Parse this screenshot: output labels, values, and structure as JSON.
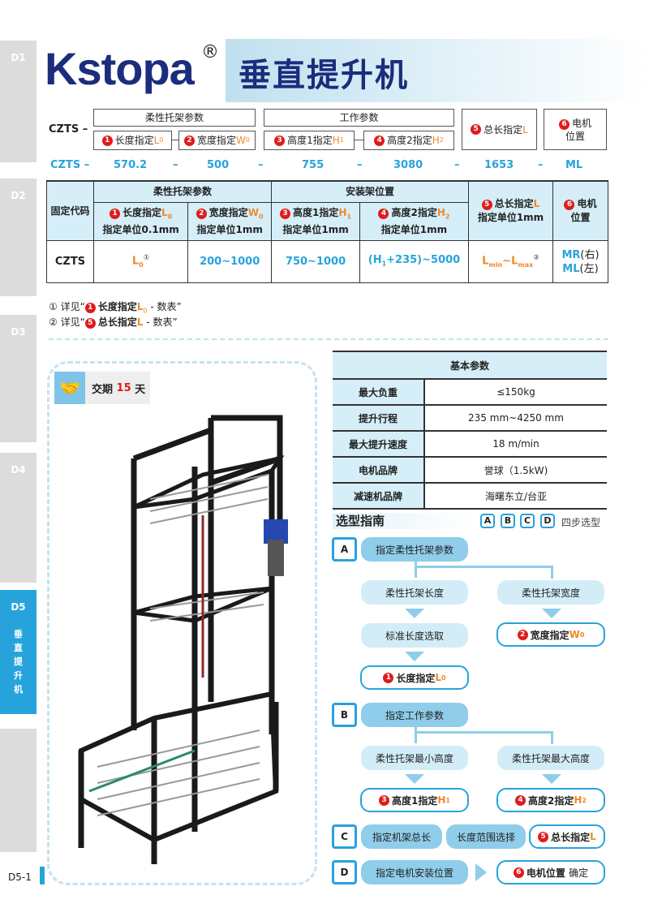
{
  "tabs": [
    {
      "label": "D1"
    },
    {
      "label": "D2"
    },
    {
      "label": "D3"
    },
    {
      "label": "D4"
    },
    {
      "label": "D5",
      "sub": "垂直提升机"
    },
    {
      "label": ""
    }
  ],
  "brand": {
    "logo": "Kstopa",
    "reg": "®",
    "title": "垂直提升机"
  },
  "code": {
    "prefix": "CZTS",
    "group1": "柔性托架参数",
    "group2": "工作参数",
    "items": [
      {
        "n": "1",
        "label": "长度指定",
        "sym": "L",
        "sub": "0"
      },
      {
        "n": "2",
        "label": "宽度指定",
        "sym": "W",
        "sub": "0"
      },
      {
        "n": "3",
        "label": "高度1指定",
        "sym": "H",
        "sub": "1"
      },
      {
        "n": "4",
        "label": "高度2指定",
        "sym": "H",
        "sub": "2"
      },
      {
        "n": "5",
        "label": "总长指定",
        "sym": "L",
        "sub": ""
      },
      {
        "n": "6",
        "label": "电机位置",
        "sym": "",
        "sub": ""
      }
    ],
    "example": [
      "CZTS",
      "570.2",
      "500",
      "755",
      "3080",
      "1653",
      "ML"
    ]
  },
  "spec": {
    "fixed": "固定代码",
    "g1": "柔性托架参数",
    "g2": "安装架位置",
    "c1": {
      "n": "1",
      "label": "长度指定",
      "sym": "L",
      "sub": "0",
      "unit": "指定单位0.1mm"
    },
    "c2": {
      "n": "2",
      "label": "宽度指定",
      "sym": "W",
      "sub": "0",
      "unit": "指定单位1mm"
    },
    "c3": {
      "n": "3",
      "label": "高度1指定",
      "sym": "H",
      "sub": "1",
      "unit": "指定单位1mm"
    },
    "c4": {
      "n": "4",
      "label": "高度2指定",
      "sym": "H",
      "sub": "2",
      "unit": "指定单位1mm"
    },
    "c5": {
      "n": "5",
      "label": "总长指定",
      "sym": "L",
      "unit": "指定单位1mm"
    },
    "c6": {
      "n": "6",
      "label": "电机",
      "label2": "位置"
    },
    "row": {
      "code": "CZTS",
      "l0": "L",
      "l0sub": "0",
      "l0note": "①",
      "w0": "200~1000",
      "h1": "750~1000",
      "h2a": "(H",
      "h2sub": "1",
      "h2b": "+235)~5000",
      "lmin": "L",
      "lminsub": "min",
      "tilde": "~",
      "lmax": "L",
      "lmaxsub": "max",
      "lnote": "②",
      "mr": "MR",
      "mrn": "(右)",
      "ml": "ML",
      "mln": "(左)"
    }
  },
  "notes": [
    {
      "mark": "①",
      "pre": "详见“",
      "n": "1",
      "label": "长度指定",
      "sym": "L",
      "sub": "0",
      "post": " - 数表”"
    },
    {
      "mark": "②",
      "pre": "详见“",
      "n": "5",
      "label": "总长指定",
      "sym": "L",
      "sub": "",
      "post": " - 数表”"
    }
  ],
  "delivery": {
    "pre": "交期",
    "days": "15",
    "post": "天"
  },
  "basic": {
    "title": "基本参数",
    "rows": [
      {
        "k": "最大负重",
        "v": "≤150kg"
      },
      {
        "k": "提升行程",
        "v": "235 mm~4250 mm"
      },
      {
        "k": "最大提升速度",
        "v": "18 m/min"
      },
      {
        "k": "电机品牌",
        "v": "誉球（1.5kW)"
      },
      {
        "k": "减速机品牌",
        "v": "海曙东立/台亚"
      }
    ]
  },
  "guide": {
    "title": "选型指南",
    "steps": [
      "A",
      "B",
      "C",
      "D"
    ],
    "steps_label": "四步选型",
    "a": {
      "head": "指定柔性托架参数",
      "left1": "柔性托架长度",
      "left2": "标准长度选取",
      "left3": {
        "n": "1",
        "label": "长度指定",
        "sym": "L",
        "sub": "0"
      },
      "right1": "柔性托架宽度",
      "right2": {
        "n": "2",
        "label": "宽度指定",
        "sym": "W",
        "sub": "0"
      }
    },
    "b": {
      "head": "指定工作参数",
      "left1": "柔性托架最小高度",
      "left2": {
        "n": "3",
        "label": "高度1指定",
        "sym": "H",
        "sub": "1"
      },
      "right1": "柔性托架最大高度",
      "right2": {
        "n": "4",
        "label": "高度2指定",
        "sym": "H",
        "sub": "2"
      }
    },
    "c": {
      "p1": "指定机架总长",
      "p2": "长度范围选择",
      "p3": {
        "n": "5",
        "label": "总长指定",
        "sym": "L"
      }
    },
    "d": {
      "p1": "指定电机安装位置",
      "p3": {
        "n": "6",
        "label": "电机位置",
        "tail": "确定"
      }
    }
  },
  "page": "D5-1",
  "colors": {
    "accent": "#27a3dc",
    "navy": "#1b2d7c",
    "orange": "#ef8a2b",
    "red": "#e01b1b"
  }
}
